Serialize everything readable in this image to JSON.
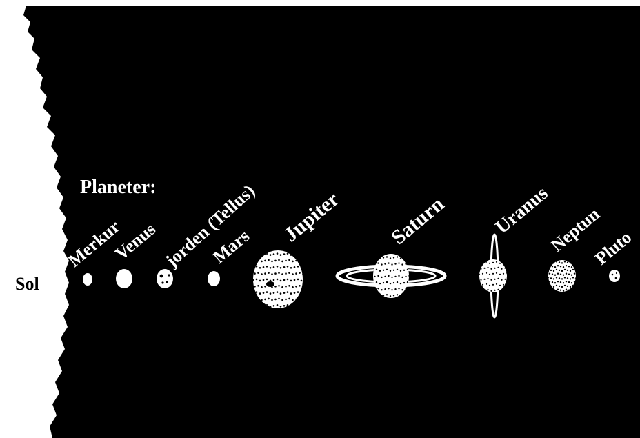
{
  "sun": {
    "label": "Sol"
  },
  "heading": "Planeter:",
  "planets": [
    {
      "name": "Merkur"
    },
    {
      "name": "Venus"
    },
    {
      "name": "jorden (Tellus)"
    },
    {
      "name": "Mars"
    },
    {
      "name": "Jupiter"
    },
    {
      "name": "Saturn"
    },
    {
      "name": "Uranus"
    },
    {
      "name": "Neptun"
    },
    {
      "name": "Pluto"
    }
  ],
  "colors": {
    "space": "#000000",
    "body": "#ffffff",
    "sun": "#ffffff"
  }
}
